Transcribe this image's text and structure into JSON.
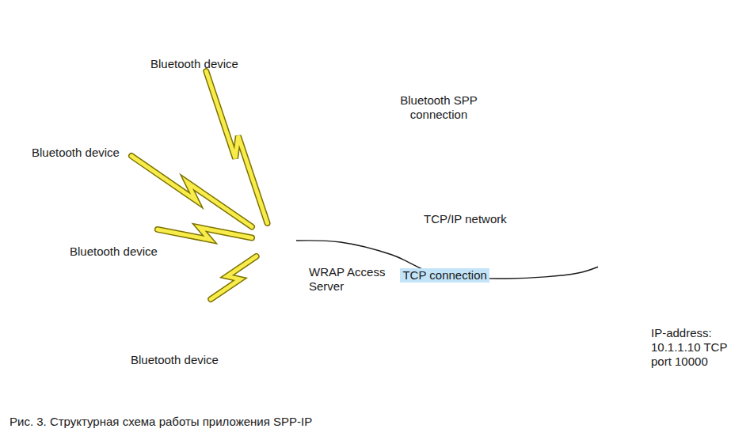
{
  "diagram": {
    "caption": "Рис. 3. Структурная схема работы приложения SPP-IP",
    "nodes": [
      {
        "text": [
          "Bluetooth device"
        ]
      },
      {
        "text": [
          "Bluetooth device"
        ]
      },
      {
        "text": [
          "Bluetooth device"
        ]
      },
      {
        "text": [
          "Bluetooth device"
        ]
      },
      {
        "text": [
          "WRAP Access Server"
        ]
      },
      {
        "text": [
          "TCP/IP network"
        ]
      },
      {
        "text": [
          "IP-address: 10.1.1.10 TCP port 10000"
        ]
      }
    ],
    "edges": [
      {
        "from": 0,
        "to": 4,
        "arrow": "none"
      },
      {
        "from": 1,
        "to": 4,
        "arrow": "none"
      },
      {
        "from": 2,
        "to": 4,
        "arrow": "none"
      },
      {
        "from": 3,
        "to": 4,
        "arrow": "none"
      },
      {
        "from": 4,
        "to": 6,
        "label": "TCP connection",
        "arrow": "none"
      }
    ],
    "legend": [
      {
        "text": "Bluetooth SPP connection"
      }
    ]
  }
}
